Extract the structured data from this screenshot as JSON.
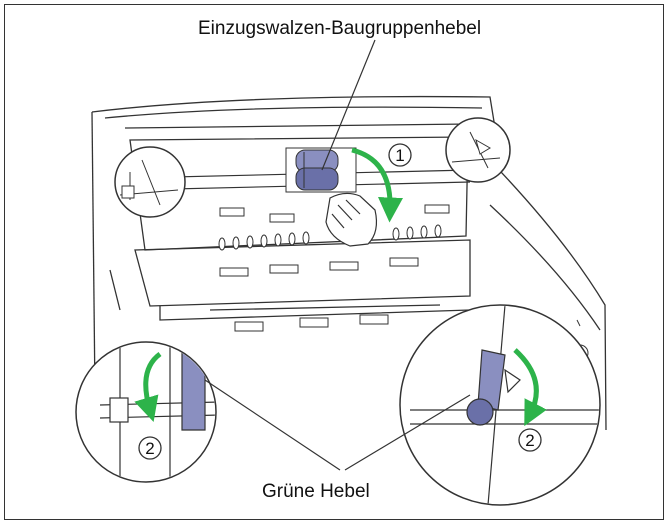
{
  "labels": {
    "top": "Einzugswalzen-Baugruppenhebel",
    "bottom": "Grüne Hebel"
  },
  "steps": {
    "top": "1",
    "left": "2",
    "right": "2"
  },
  "colors": {
    "green": "#2db34a",
    "roller": "#8a8fc0",
    "roller_dark": "#6a70a8",
    "line": "#333333"
  },
  "icons": {
    "arrows": "curved-arrow-icon",
    "hand": "hand-icon"
  }
}
